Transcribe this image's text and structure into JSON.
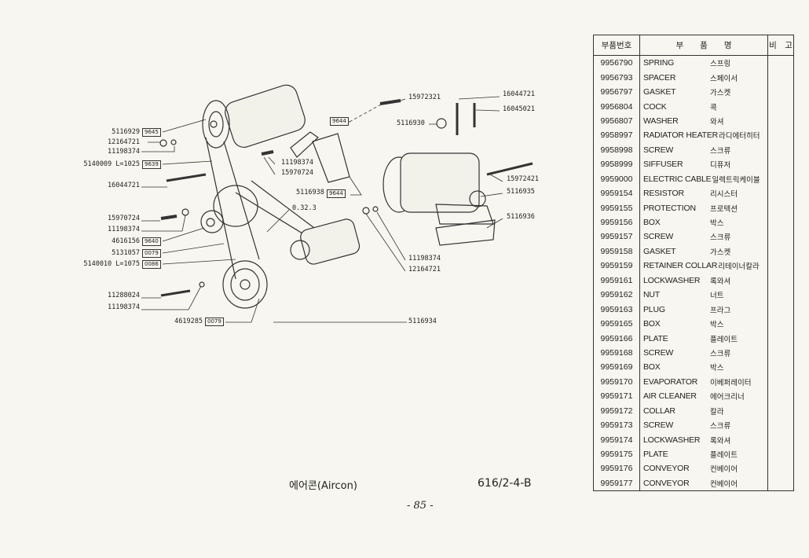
{
  "diagram": {
    "labels_left": [
      {
        "part": "5116929",
        "box": "9645"
      },
      {
        "part": "12164721"
      },
      {
        "part": "11198374"
      },
      {
        "part": "5140009 L=1025",
        "box": "9639"
      },
      {
        "part": "16044721"
      },
      {
        "part": "15970724"
      },
      {
        "part": "11198374"
      },
      {
        "part": "4616156",
        "box": "9640"
      },
      {
        "part": "5131057",
        "box": "0079"
      },
      {
        "part": "5140010 L=1075",
        "box": "0086"
      },
      {
        "part": "11288024"
      },
      {
        "part": "11198374"
      },
      {
        "part": "4619285",
        "box": "0079"
      }
    ],
    "labels_center": {
      "p15972321": "15972321",
      "p16044721": "16044721",
      "p16045021": "16045021",
      "p5116930": "5116930",
      "box9644a": "9644",
      "p11198374a": "11198374",
      "p15970724": "15970724",
      "p5116938": "5116938",
      "box9644b": "9644",
      "p0323": "0.32.3",
      "p15972421": "15972421",
      "p5116935": "5116935",
      "p5116936": "5116936",
      "p11198374b": "11198374",
      "p12164721": "12164721",
      "p5116934": "5116934"
    }
  },
  "table": {
    "headers": {
      "code": "부품번호",
      "name": "부　　품　　명",
      "remark": "비　고"
    },
    "rows": [
      {
        "code": "9956790",
        "en": "SPRING",
        "ko": "스프링"
      },
      {
        "code": "9956793",
        "en": "SPACER",
        "ko": "스페이서"
      },
      {
        "code": "9956797",
        "en": "GASKET",
        "ko": "가스켓"
      },
      {
        "code": "9956804",
        "en": "COCK",
        "ko": "콕"
      },
      {
        "code": "9956807",
        "en": "WASHER",
        "ko": "와셔"
      },
      {
        "code": "9958997",
        "en": "RADIATOR HEATER",
        "ko": "라디에터히터"
      },
      {
        "code": "9958998",
        "en": "SCREW",
        "ko": "스크류"
      },
      {
        "code": "9958999",
        "en": "SIFFUSER",
        "ko": "디퓨저"
      },
      {
        "code": "9959000",
        "en": "ELECTRIC CABLE",
        "ko": "일렉트릭케이블"
      },
      {
        "code": "9959154",
        "en": "RESISTOR",
        "ko": "리시스터"
      },
      {
        "code": "9959155",
        "en": "PROTECTION",
        "ko": "프로텍션"
      },
      {
        "code": "9959156",
        "en": "BOX",
        "ko": "박스"
      },
      {
        "code": "9959157",
        "en": "SCREW",
        "ko": "스크류"
      },
      {
        "code": "9959158",
        "en": "GASKET",
        "ko": "가스켓"
      },
      {
        "code": "9959159",
        "en": "RETAINER COLLAR",
        "ko": "리테이너칼라"
      },
      {
        "code": "9959161",
        "en": "LOCKWASHER",
        "ko": "록와셔"
      },
      {
        "code": "9959162",
        "en": "NUT",
        "ko": "너트"
      },
      {
        "code": "9959163",
        "en": "PLUG",
        "ko": "프라그"
      },
      {
        "code": "9959165",
        "en": "BOX",
        "ko": "박스"
      },
      {
        "code": "9959166",
        "en": "PLATE",
        "ko": "플레이트"
      },
      {
        "code": "9959168",
        "en": "SCREW",
        "ko": "스크류"
      },
      {
        "code": "9959169",
        "en": "BOX",
        "ko": "박스"
      },
      {
        "code": "9959170",
        "en": "EVAPORATOR",
        "ko": "이베퍼레이터"
      },
      {
        "code": "9959171",
        "en": "AIR CLEANER",
        "ko": "에어크리너"
      },
      {
        "code": "9959172",
        "en": "COLLAR",
        "ko": "칼라"
      },
      {
        "code": "9959173",
        "en": "SCREW",
        "ko": "스크류"
      },
      {
        "code": "9959174",
        "en": "LOCKWASHER",
        "ko": "록와셔"
      },
      {
        "code": "9959175",
        "en": "PLATE",
        "ko": "플레이트"
      },
      {
        "code": "9959176",
        "en": "CONVEYOR",
        "ko": "컨베이어"
      },
      {
        "code": "9959177",
        "en": "CONVEYOR",
        "ko": "컨베이어"
      }
    ]
  },
  "footer": {
    "caption": "에어콘(Aircon)",
    "code": "616/2-4-B",
    "page": "- 85 -"
  }
}
